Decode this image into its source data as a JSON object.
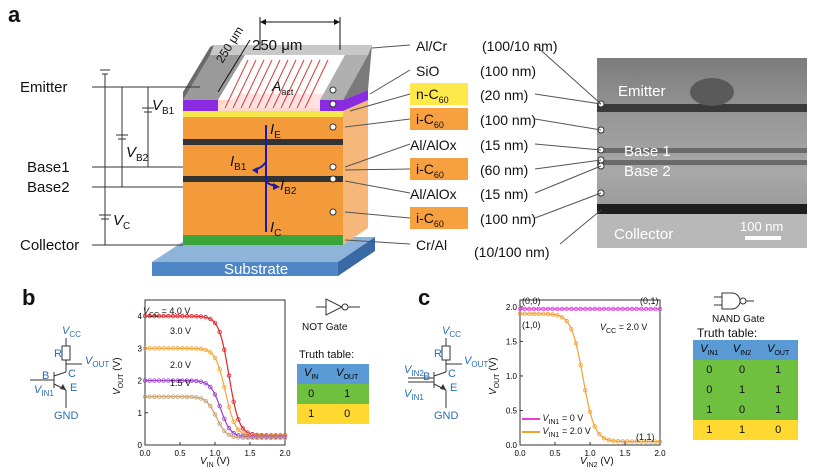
{
  "panel_a": {
    "letter": "a",
    "dim_top": "250 μm",
    "dim_side": "250 μm",
    "aact": "A",
    "aact_sub": "act",
    "left_labels": {
      "emitter": "Emitter",
      "base1": "Base1",
      "base2": "Base2",
      "collector": "Collector"
    },
    "voltages": {
      "vb1": "V",
      "vb1_sub": "B1",
      "vb2": "V",
      "vb2_sub": "B2",
      "vc": "V",
      "vc_sub": "C"
    },
    "currents": {
      "ie": "I",
      "ie_sub": "E",
      "ib1": "I",
      "ib1_sub": "B1",
      "ib2": "I",
      "ib2_sub": "B2",
      "ic": "I",
      "ic_sub": "C"
    },
    "substrate": "Substrate",
    "layers": [
      {
        "name": "Al/Cr",
        "thickness": "(100/10 nm)",
        "color": ""
      },
      {
        "name": "SiO",
        "thickness": "(100 nm)",
        "color": ""
      },
      {
        "name": "n-C",
        "name_sub": "60",
        "thickness": "(20 nm)",
        "color": "#ffe94a"
      },
      {
        "name": "i-C",
        "name_sub": "60",
        "thickness": "(100 nm)",
        "color": "#f6a040"
      },
      {
        "name": "Al/AlOx",
        "thickness": "(15 nm)",
        "color": ""
      },
      {
        "name": "i-C",
        "name_sub": "60",
        "thickness": "(60 nm)",
        "color": "#f6a040"
      },
      {
        "name": "Al/AlOx",
        "thickness": "(15 nm)",
        "color": ""
      },
      {
        "name": "i-C",
        "name_sub": "60",
        "thickness": "(100 nm)",
        "color": "#f6a040"
      },
      {
        "name": "Cr/Al",
        "thickness": "(10/100 nm)",
        "color": ""
      }
    ],
    "tem_labels": {
      "emitter": "Emitter",
      "base1": "Base 1",
      "base2": "Base 2",
      "collector": "Collector",
      "scale": "100 nm"
    }
  },
  "panel_b": {
    "letter": "b",
    "circuit": {
      "vcc": "V",
      "vcc_sub": "CC",
      "r": "R",
      "vout": "V",
      "vout_sub": "OUT",
      "c": "C",
      "b": "B",
      "e": "E",
      "vin": "V",
      "vin_sub": "IN1",
      "gnd": "GND"
    },
    "gate_label": "NOT Gate",
    "truth_title": "Truth table:",
    "truth_header": [
      {
        "t": "V",
        "s": "IN"
      },
      {
        "t": "V",
        "s": "OUT"
      }
    ],
    "truth_rows": [
      [
        "0",
        "1"
      ],
      [
        "1",
        "0"
      ]
    ],
    "curve_labels": [
      "V",
      "4.0 V",
      "3.0 V",
      "2.0 V",
      "1.5 V"
    ],
    "curve_label_first_sub": "CC",
    "xlabel": "V",
    "xlabel_sub": "IN",
    "xlabel_unit": " (V)",
    "ylabel": "V",
    "ylabel_sub": "OUT",
    "ylabel_unit": " (V)"
  },
  "panel_c": {
    "letter": "c",
    "circuit": {
      "vcc": "V",
      "vcc_sub": "CC",
      "r": "R",
      "vout": "V",
      "vout_sub": "OUT",
      "c": "C",
      "b": "B",
      "e": "E",
      "vin2": "V",
      "vin2_sub": "IN2",
      "vin1": "V",
      "vin1_sub": "IN1",
      "gnd": "GND"
    },
    "gate_label": "NAND Gate",
    "truth_title": "Truth table:",
    "truth_header": [
      {
        "t": "V",
        "s": "IN1"
      },
      {
        "t": "V",
        "s": "IN2"
      },
      {
        "t": "V",
        "s": "OUT"
      }
    ],
    "truth_rows": [
      [
        "0",
        "0",
        "1"
      ],
      [
        "0",
        "1",
        "1"
      ],
      [
        "1",
        "0",
        "1"
      ],
      [
        "1",
        "1",
        "0"
      ]
    ],
    "annotations": {
      "p00": "(0,0)",
      "p01": "(0,1)",
      "p10": "(1,0)",
      "p11": "(1,1)",
      "vcc": "V",
      "vcc_sub": "CC",
      "vcc_val": " = 2.0 V"
    },
    "legend": [
      {
        "t": "V",
        "s": "IN1",
        "v": " = 0 V"
      },
      {
        "t": "V",
        "s": "IN1",
        "v": " = 2.0 V"
      }
    ],
    "xlabel": "V",
    "xlabel_sub": "IN2",
    "xlabel_unit": " (V)",
    "ylabel": "V",
    "ylabel_sub": "OUT",
    "ylabel_unit": " (V)"
  },
  "chart_data": [
    {
      "type": "line",
      "xlabel": "VIN (V)",
      "ylabel": "VOUT (V)",
      "xlim": [
        0,
        2.0
      ],
      "ylim": [
        0,
        4.5
      ],
      "xticks": [
        "0.0",
        "0.5",
        "1.0",
        "1.5",
        "2.0"
      ],
      "yticks": [
        "0",
        "1",
        "2",
        "3",
        "4"
      ],
      "series": [
        {
          "name": "VCC = 4.0 V",
          "color": "#e0262b",
          "vcc": 4.0,
          "low": 0.3,
          "mid": 1.2,
          "k": 14
        },
        {
          "name": "3.0 V",
          "color": "#f2a53a",
          "vcc": 3.0,
          "low": 0.28,
          "mid": 1.15,
          "k": 14
        },
        {
          "name": "2.0 V",
          "color": "#9b3fd6",
          "vcc": 2.0,
          "low": 0.25,
          "mid": 1.08,
          "k": 14
        },
        {
          "name": "1.5 V",
          "color": "#c8a070",
          "vcc": 1.5,
          "low": 0.22,
          "mid": 1.02,
          "k": 14
        }
      ]
    },
    {
      "type": "line",
      "xlabel": "VIN2 (V)",
      "ylabel": "VOUT (V)",
      "xlim": [
        0,
        2.0
      ],
      "ylim": [
        0,
        2.1
      ],
      "xticks": [
        "0.0",
        "0.5",
        "1.0",
        "1.5",
        "2.0"
      ],
      "yticks": [
        "0.0",
        "0.5",
        "1.0",
        "1.5",
        "2.0"
      ],
      "series": [
        {
          "name": "VIN1 = 0 V",
          "color": "#e040e0",
          "vcc": 1.97,
          "low": 1.97,
          "mid": 1.0,
          "k": 14
        },
        {
          "name": "VIN1 = 2.0 V",
          "color": "#f0a030",
          "vcc": 1.9,
          "low": 0.05,
          "mid": 0.9,
          "k": 12
        }
      ]
    }
  ]
}
